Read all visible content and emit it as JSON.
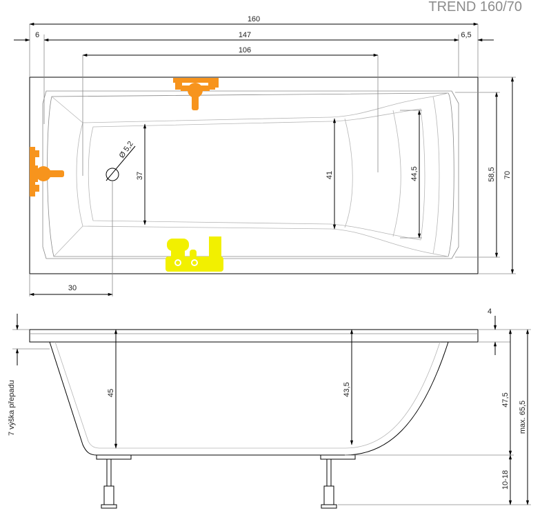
{
  "title": "TREND 160/70",
  "top_view": {
    "dim_total_length": "160",
    "dim_left_rim": "6",
    "dim_inner_length": "147",
    "dim_right_rim": "6,5",
    "dim_bottom_length": "106",
    "dim_drain_diameter": "Ø 5,2",
    "dim_drain_offset": "30",
    "dim_head_end_width": "37",
    "dim_foot_width": "41",
    "dim_foot_end_width": "44,5",
    "dim_inner_width": "58,5",
    "dim_total_width": "70"
  },
  "side_view": {
    "dim_rim_thickness": "4",
    "dim_depth_head": "45",
    "dim_depth_foot": "43,5",
    "dim_height_body": "47,5",
    "dim_height_max": "max. 65,5",
    "dim_leg_height": "10-18",
    "overflow_label": "7  výška přepadu"
  },
  "colors": {
    "faucet": "#f7941d",
    "waste_set": "#f2f000",
    "line": "#000000"
  },
  "icons": [
    "faucet-top-icon",
    "faucet-left-icon",
    "waste-overflow-icon",
    "drain-hole-icon"
  ]
}
